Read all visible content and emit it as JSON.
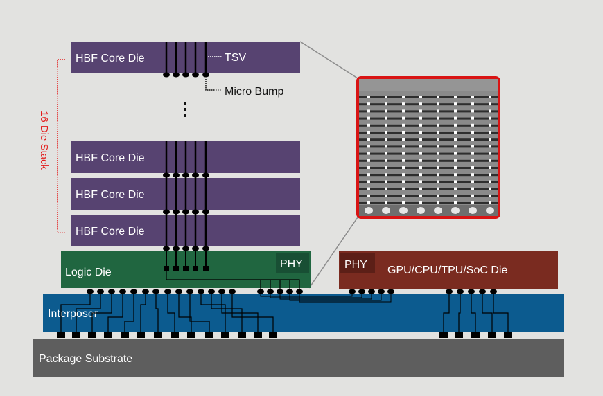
{
  "title": "HBF 16-die stack package cross-section",
  "colors": {
    "background": "#e2e2e0",
    "core_die": "#574371",
    "logic_die": "#206640",
    "phy_logic": "#184f34",
    "soc_die": "#7a2b20",
    "phy_soc": "#5c1f17",
    "interposer": "#0c5b8f",
    "substrate": "#5e5e5e",
    "stack_bracket": "#e31b1b",
    "zoom_frame": "#d91414",
    "zoom_inner": "#8a8a8a"
  },
  "core_dies": [
    {
      "label": "HBF Core Die"
    },
    {
      "label": "HBF Core Die"
    },
    {
      "label": "HBF Core Die"
    },
    {
      "label": "HBF Core Die"
    }
  ],
  "annotations": {
    "tsv": "TSV",
    "micro_bump": "Micro Bump",
    "ellipsis": "⋮",
    "stack": "16 Die Stack"
  },
  "logic_die": {
    "label": "Logic Die",
    "phy": "PHY"
  },
  "soc_die": {
    "label": "GPU/CPU/TPU/SoC Die",
    "phy": "PHY"
  },
  "interposer": {
    "label": "Interposer"
  },
  "substrate": {
    "label": "Package Substrate"
  },
  "zoom_inset": {
    "rows": 16,
    "columns": 8
  }
}
